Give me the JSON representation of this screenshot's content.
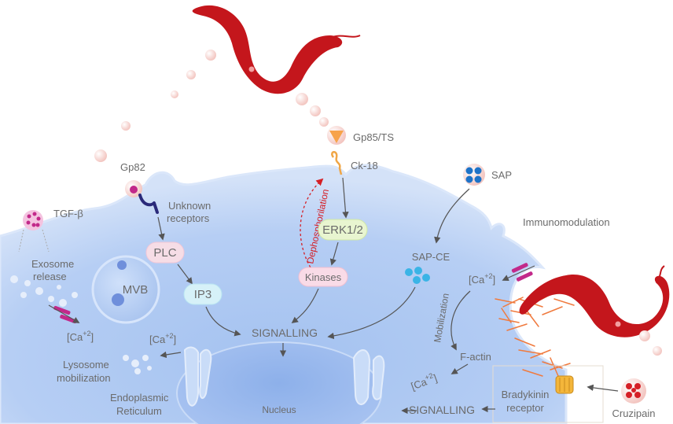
{
  "labels": {
    "gp82": "Gp82",
    "tgf_beta": "TGF-β",
    "exosome_release_1": "Exosome",
    "exosome_release_2": "release",
    "unknown_receptors_1": "Unknown",
    "unknown_receptors_2": "receptors",
    "plc": "PLC",
    "ip3": "IP3",
    "mvb": "MVB",
    "ca_left": "[Ca",
    "ca_er": "[Ca",
    "ca_right": "[Ca",
    "ca_bottom": "[Ca",
    "ca_sup": "+2",
    "ca_close": "]",
    "lysosome_1": "Lysosome",
    "lysosome_2": "mobilization",
    "er_1": "Endoplasmic",
    "er_2": "Reticulum",
    "nucleus": "Nucleus",
    "signalling_center": "SIGNALLING",
    "signalling_bottom": "SIGNALLING",
    "gp85": "Gp85/TS",
    "ck18": "Ck-18",
    "dephosphorilation": "Dephosphorilation",
    "erk": "ERK1/2",
    "kinases": "Kinases",
    "sap": "SAP",
    "sap_ce": "SAP-CE",
    "immunomodulation": "Immunomodulation",
    "mobilization": "Mobilization",
    "f_actin": "F-actin",
    "bradykinin_1": "Bradykinin",
    "bradykinin_2": "receptor",
    "cruzipain": "Cruzipain"
  },
  "colors": {
    "cell": "#a9c6f2",
    "cell_edge": "#c9dbf7",
    "parasite": "#c4161c",
    "vesicle": "#f7d3d0",
    "plc_fill": "#f6dde6",
    "ip3_fill": "#d6f1f8",
    "erk_fill": "#e8f5d0",
    "kinases_fill": "#f9dbe7",
    "gp85_fill": "#f7a34a",
    "sap_blue": "#1e73c8",
    "sap_ce_blue": "#3ab4e6",
    "actin": "#f07a3e",
    "receptor_purple": "#2a2a7a",
    "channel_pink": "#c2298a",
    "cruzipain_red": "#d51f26",
    "text_gray": "#6b6b6b",
    "arrow_gray": "#555555"
  },
  "icons": {
    "parasite": "trypanosome-icon",
    "receptor": "y-receptor-icon",
    "ca_channel": "calcium-channel-icon",
    "bradykinin": "bradykinin-receptor-icon"
  }
}
